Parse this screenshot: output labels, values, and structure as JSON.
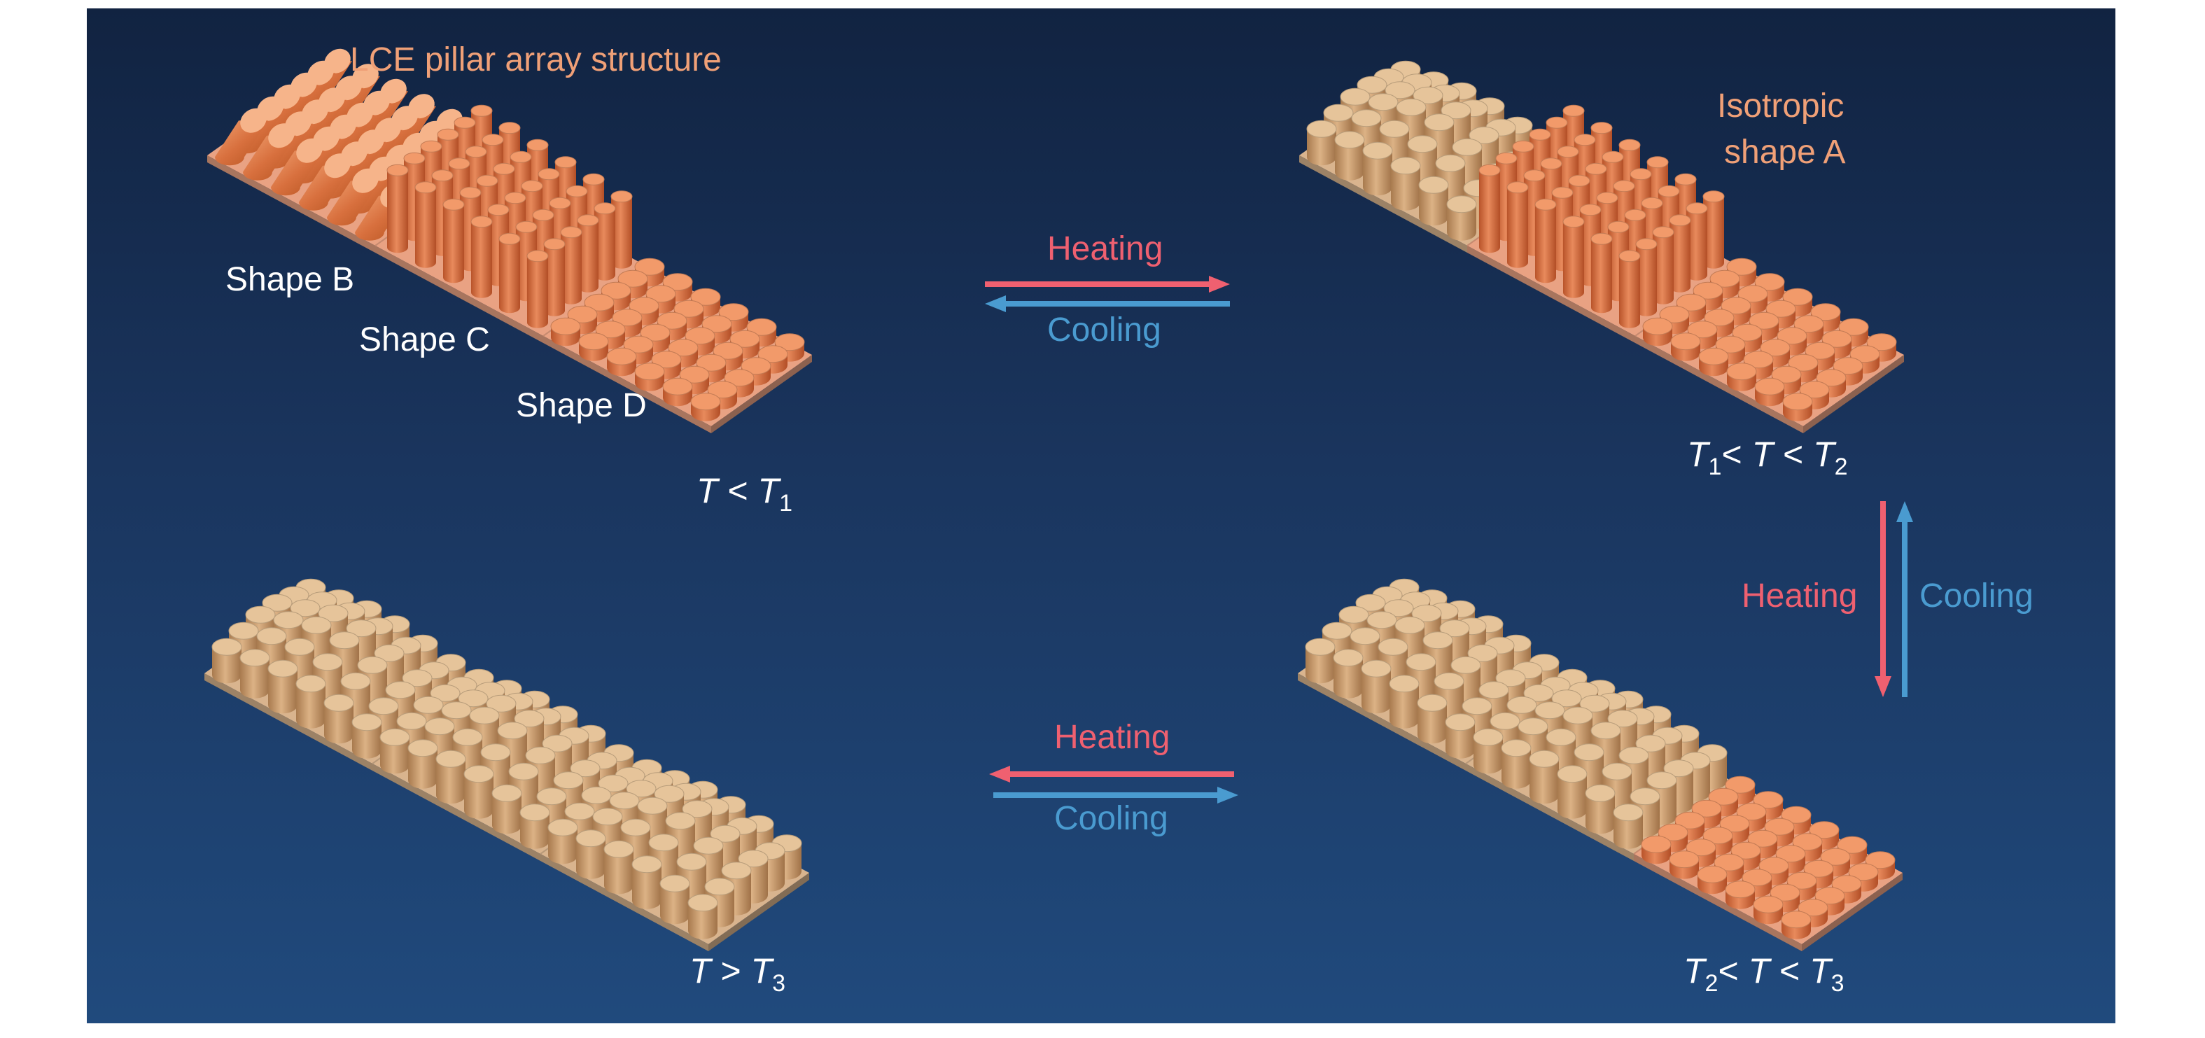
{
  "title": "LCE pillar array structure",
  "iso_label_line1": "Isotropic",
  "iso_label_line2": "shape A",
  "shape_b": "Shape B",
  "shape_c": "Shape C",
  "shape_d": "Shape D",
  "temps": {
    "t1": {
      "a": "T",
      "op": " < ",
      "b": "T",
      "b_sub": "1"
    },
    "t12": {
      "a": "T",
      "a_sub": "1",
      "op1": "< ",
      "mid": "T",
      "op2": " < ",
      "b": "T",
      "b_sub": "2"
    },
    "t23": {
      "a": "T",
      "a_sub": "2",
      "op1": "< ",
      "mid": "T",
      "op2": " < ",
      "b": "T",
      "b_sub": "3"
    },
    "t3": {
      "a": "T",
      "op": " > ",
      "b": "T",
      "b_sub": "3"
    }
  },
  "arrows": {
    "top_heat": "Heating",
    "top_cool": "Cooling",
    "right_heat": "Heating",
    "right_cool": "Cooling",
    "bottom_heat": "Heating",
    "bottom_cool": "Cooling"
  },
  "colors": {
    "background_top": "#112341",
    "background_bottom": "#204a7d",
    "heating": "#ef6070",
    "cooling": "#4a9bd0",
    "title": "#f0a077",
    "pillar_contracted": "#d86a3c",
    "pillar_isotropic": "#c89a6c",
    "base_lce": "#e9a283",
    "base_isotropic": "#d9b48e"
  }
}
